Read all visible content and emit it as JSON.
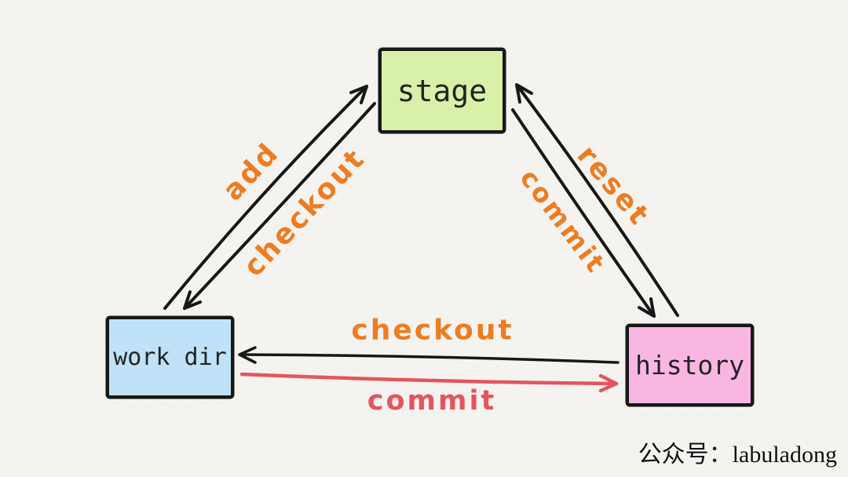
{
  "nodes": {
    "stage": {
      "label": "stage",
      "fill": "#d9f0a9"
    },
    "workdir": {
      "label": "work dir",
      "fill": "#bfe2f8"
    },
    "history": {
      "label": "history",
      "fill": "#f9b6e3"
    }
  },
  "edges": {
    "add": {
      "label": "add",
      "from": "workdir",
      "to": "stage",
      "color": "#ee7c20"
    },
    "checkout_stage_to_workdir": {
      "label": "checkout",
      "from": "stage",
      "to": "workdir",
      "color": "#ee7c20"
    },
    "reset": {
      "label": "reset",
      "from": "history",
      "to": "stage",
      "color": "#ee7c20"
    },
    "commit_stage_to_history": {
      "label": "commit",
      "from": "stage",
      "to": "history",
      "color": "#ee7c20"
    },
    "checkout_history_to_workdir": {
      "label": "checkout",
      "from": "history",
      "to": "workdir",
      "color": "#ee7c20"
    },
    "commit_workdir_to_history": {
      "label": "commit",
      "from": "workdir",
      "to": "history",
      "color": "#e4555e"
    }
  },
  "watermark": {
    "text": "公众号：labuladong"
  },
  "colors": {
    "background": "#f5f3f0",
    "arrow_black": "#171717",
    "arrow_red": "#e4555e",
    "label_orange": "#ee7c20",
    "node_border": "#171717"
  }
}
